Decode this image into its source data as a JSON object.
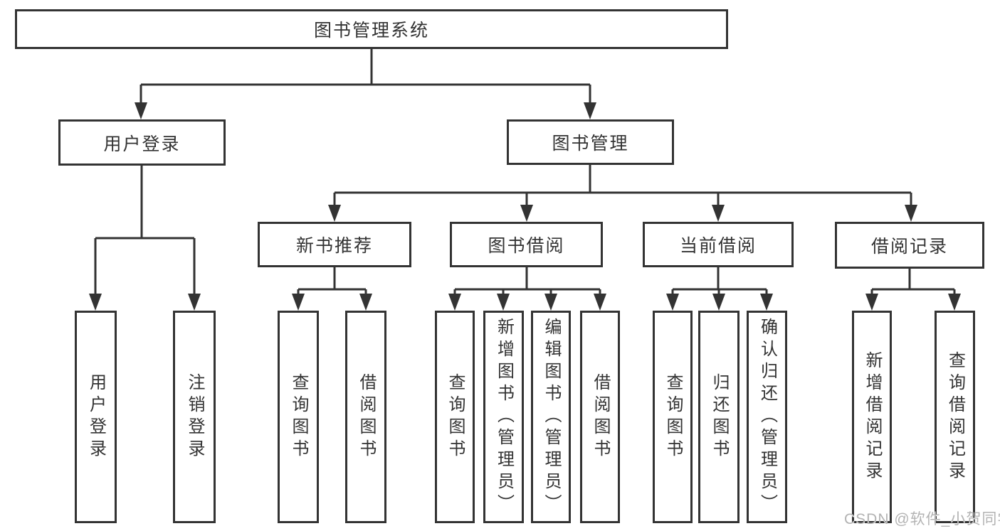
{
  "diagram": {
    "title_node": {
      "label": "图书管理系统"
    },
    "level1": [
      {
        "label": "用户登录",
        "children": [
          {
            "label": "用户登录"
          },
          {
            "label": "注销登录"
          }
        ]
      },
      {
        "label": "图书管理",
        "children": [
          {
            "label": "新书推荐",
            "children": [
              {
                "label": "查询图书"
              },
              {
                "label": "借阅图书"
              }
            ]
          },
          {
            "label": "图书借阅",
            "children": [
              {
                "label": "查询图书"
              },
              {
                "label": "新增图书（管理员）"
              },
              {
                "label": "编辑图书（管理员）"
              },
              {
                "label": "借阅图书"
              }
            ]
          },
          {
            "label": "当前借阅",
            "children": [
              {
                "label": "查询图书"
              },
              {
                "label": "归还图书"
              },
              {
                "label": "确认归还（管理员）"
              }
            ]
          },
          {
            "label": "借阅记录",
            "children": [
              {
                "label": "新增借阅记录"
              },
              {
                "label": "查询借阅记录"
              }
            ]
          }
        ]
      }
    ]
  },
  "watermark": {
    "text": "CSDN @软件_小贺同学"
  },
  "colors": {
    "line": "#333333",
    "text": "#333333",
    "node_background": "#ffffff",
    "watermark": "#b3b3b3",
    "background": "#ffffff"
  }
}
